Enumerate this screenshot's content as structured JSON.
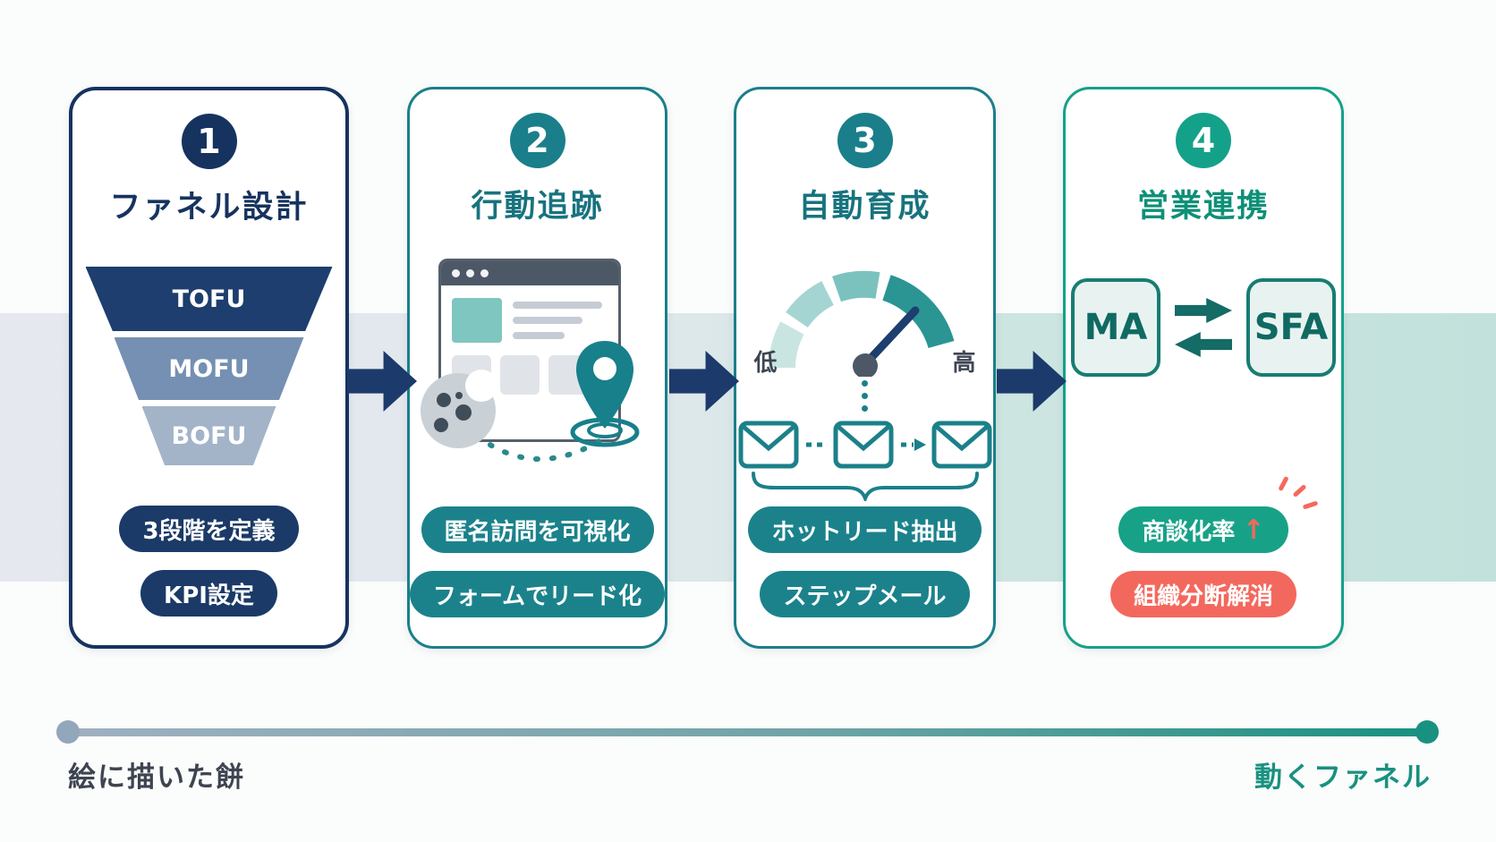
{
  "colors": {
    "navy": "#16335f",
    "teal": "#1a7f8a",
    "green": "#14a189",
    "coral": "#f3685d",
    "band_left": "#e5e9ef",
    "band_right": "#c2e1dc"
  },
  "steps": [
    {
      "number": "1",
      "title": "ファネル設計",
      "funnel": {
        "levels": [
          {
            "label": "TOFU"
          },
          {
            "label": "MOFU"
          },
          {
            "label": "BOFU"
          }
        ]
      },
      "pills": [
        {
          "label": "3段階を定義"
        },
        {
          "label": "KPI設定"
        }
      ]
    },
    {
      "number": "2",
      "title": "行動追跡",
      "pills": [
        {
          "label": "匿名訪問を可視化"
        },
        {
          "label": "フォームでリード化"
        }
      ]
    },
    {
      "number": "3",
      "title": "自動育成",
      "gauge": {
        "low": "低",
        "high": "高"
      },
      "pills": [
        {
          "label": "ホットリード抽出"
        },
        {
          "label": "ステップメール"
        }
      ]
    },
    {
      "number": "4",
      "title": "営業連携",
      "systems": {
        "left": "MA",
        "right": "SFA"
      },
      "pills": [
        {
          "label": "商談化率",
          "arrow": "↑"
        },
        {
          "label": "組織分断解消"
        }
      ]
    }
  ],
  "timeline": {
    "start_label": "絵に描いた餅",
    "end_label": "動くファネル"
  }
}
